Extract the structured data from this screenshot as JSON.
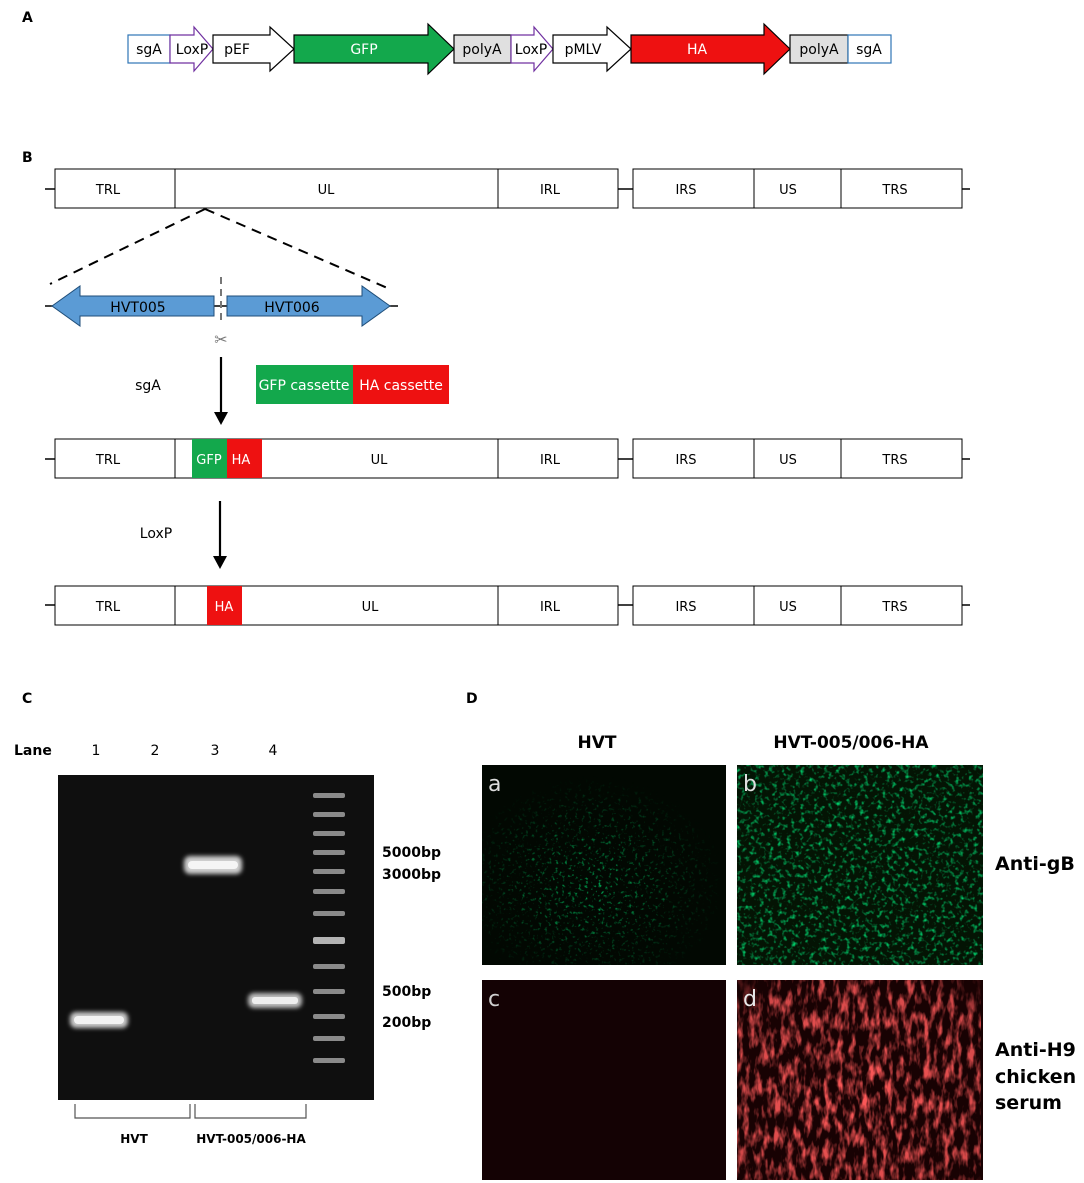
{
  "panels": {
    "a": "A",
    "b": "B",
    "c": "C",
    "d": "D"
  },
  "construct": {
    "items": [
      "sgA",
      "LoxP",
      "pEF",
      "GFP",
      "polyA",
      "LoxP",
      "pMLV",
      "HA",
      "polyA",
      "sgA"
    ],
    "colors": {
      "gfp": "#13a84c",
      "ha": "#ee1111",
      "hvt": "#5b9bd5",
      "loxp": "#7030a0",
      "sga": "#2e75b6",
      "polya": "#e0e0e0"
    }
  },
  "genome": {
    "segments": [
      "TRL",
      "UL",
      "IRL",
      "IRS",
      "US",
      "TRS"
    ]
  },
  "locus": {
    "left": "HVT005",
    "right": "HVT006"
  },
  "steps": {
    "step1": "sgA",
    "step2": "LoxP"
  },
  "cassettes": {
    "gfp": "GFP cassette",
    "ha": "HA cassette"
  },
  "inserts": {
    "gfp": "GFP",
    "ha": "HA"
  },
  "gel": {
    "lane_label": "Lane",
    "lanes": [
      "1",
      "2",
      "3",
      "4"
    ],
    "markers": [
      "5000bp",
      "3000bp",
      "500bp",
      "200bp"
    ],
    "groups": [
      "HVT",
      "HVT-005/006-HA"
    ]
  },
  "ifa": {
    "columns": [
      "HVT",
      "HVT-005/006-HA"
    ],
    "subpanels": [
      "a",
      "b",
      "c",
      "d"
    ],
    "rows": [
      "Anti-gB",
      "Anti-H9",
      "chicken",
      "serum"
    ]
  }
}
